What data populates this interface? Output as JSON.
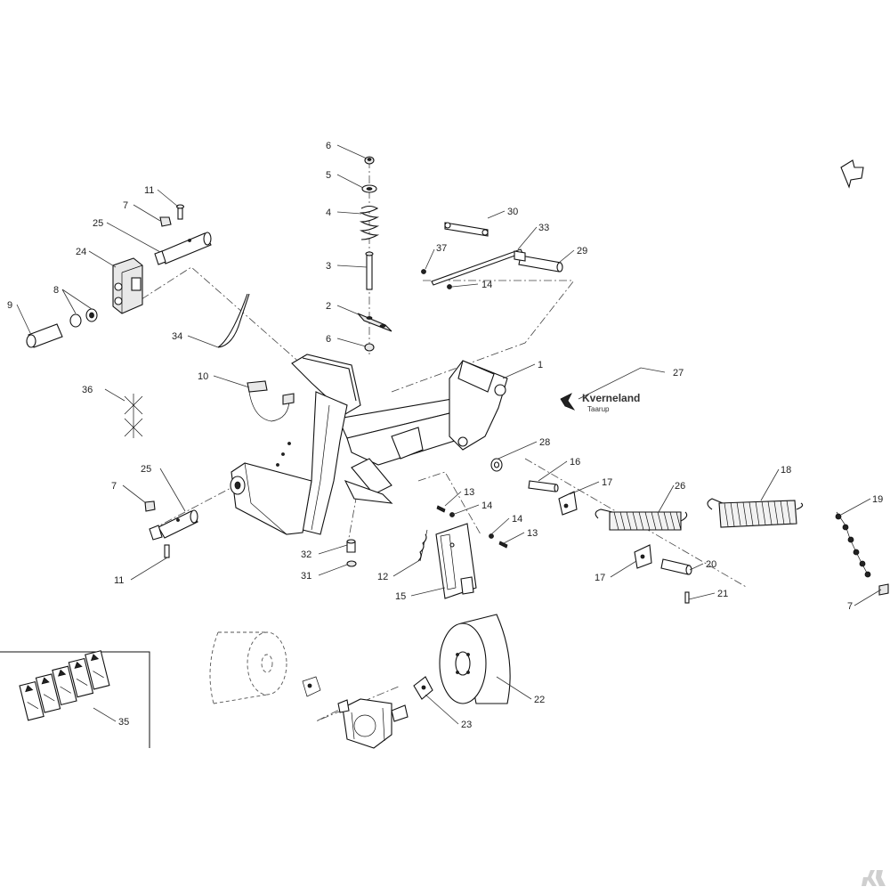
{
  "callouts": [
    {
      "id": "6a",
      "text": "6"
    },
    {
      "id": "5",
      "text": "5"
    },
    {
      "id": "4",
      "text": "4"
    },
    {
      "id": "3",
      "text": "3"
    },
    {
      "id": "2",
      "text": "2"
    },
    {
      "id": "6b",
      "text": "6"
    },
    {
      "id": "30",
      "text": "30"
    },
    {
      "id": "33",
      "text": "33"
    },
    {
      "id": "37",
      "text": "37"
    },
    {
      "id": "29",
      "text": "29"
    },
    {
      "id": "14a",
      "text": "14"
    },
    {
      "id": "11a",
      "text": "11"
    },
    {
      "id": "7a",
      "text": "7"
    },
    {
      "id": "25a",
      "text": "25"
    },
    {
      "id": "24",
      "text": "24"
    },
    {
      "id": "8",
      "text": "8"
    },
    {
      "id": "9",
      "text": "9"
    },
    {
      "id": "34",
      "text": "34"
    },
    {
      "id": "10",
      "text": "10"
    },
    {
      "id": "36",
      "text": "36"
    },
    {
      "id": "1",
      "text": "1"
    },
    {
      "id": "27",
      "text": "27"
    },
    {
      "id": "28",
      "text": "28"
    },
    {
      "id": "16",
      "text": "16"
    },
    {
      "id": "17a",
      "text": "17"
    },
    {
      "id": "26",
      "text": "26"
    },
    {
      "id": "18",
      "text": "18"
    },
    {
      "id": "19",
      "text": "19"
    },
    {
      "id": "25b",
      "text": "25"
    },
    {
      "id": "7b",
      "text": "7"
    },
    {
      "id": "11b",
      "text": "11"
    },
    {
      "id": "13a",
      "text": "13"
    },
    {
      "id": "14b",
      "text": "14"
    },
    {
      "id": "14c",
      "text": "14"
    },
    {
      "id": "13b",
      "text": "13"
    },
    {
      "id": "32",
      "text": "32"
    },
    {
      "id": "31",
      "text": "31"
    },
    {
      "id": "12",
      "text": "12"
    },
    {
      "id": "15",
      "text": "15"
    },
    {
      "id": "17b",
      "text": "17"
    },
    {
      "id": "20",
      "text": "20"
    },
    {
      "id": "21",
      "text": "21"
    },
    {
      "id": "7c",
      "text": "7"
    },
    {
      "id": "22",
      "text": "22"
    },
    {
      "id": "23",
      "text": "23"
    },
    {
      "id": "35",
      "text": "35"
    }
  ],
  "brand": {
    "name": "Kverneland",
    "sub": "Taarup"
  },
  "icons": {
    "direction": "direction-arrow-icon",
    "corner": "kverneland-corner-logo"
  }
}
